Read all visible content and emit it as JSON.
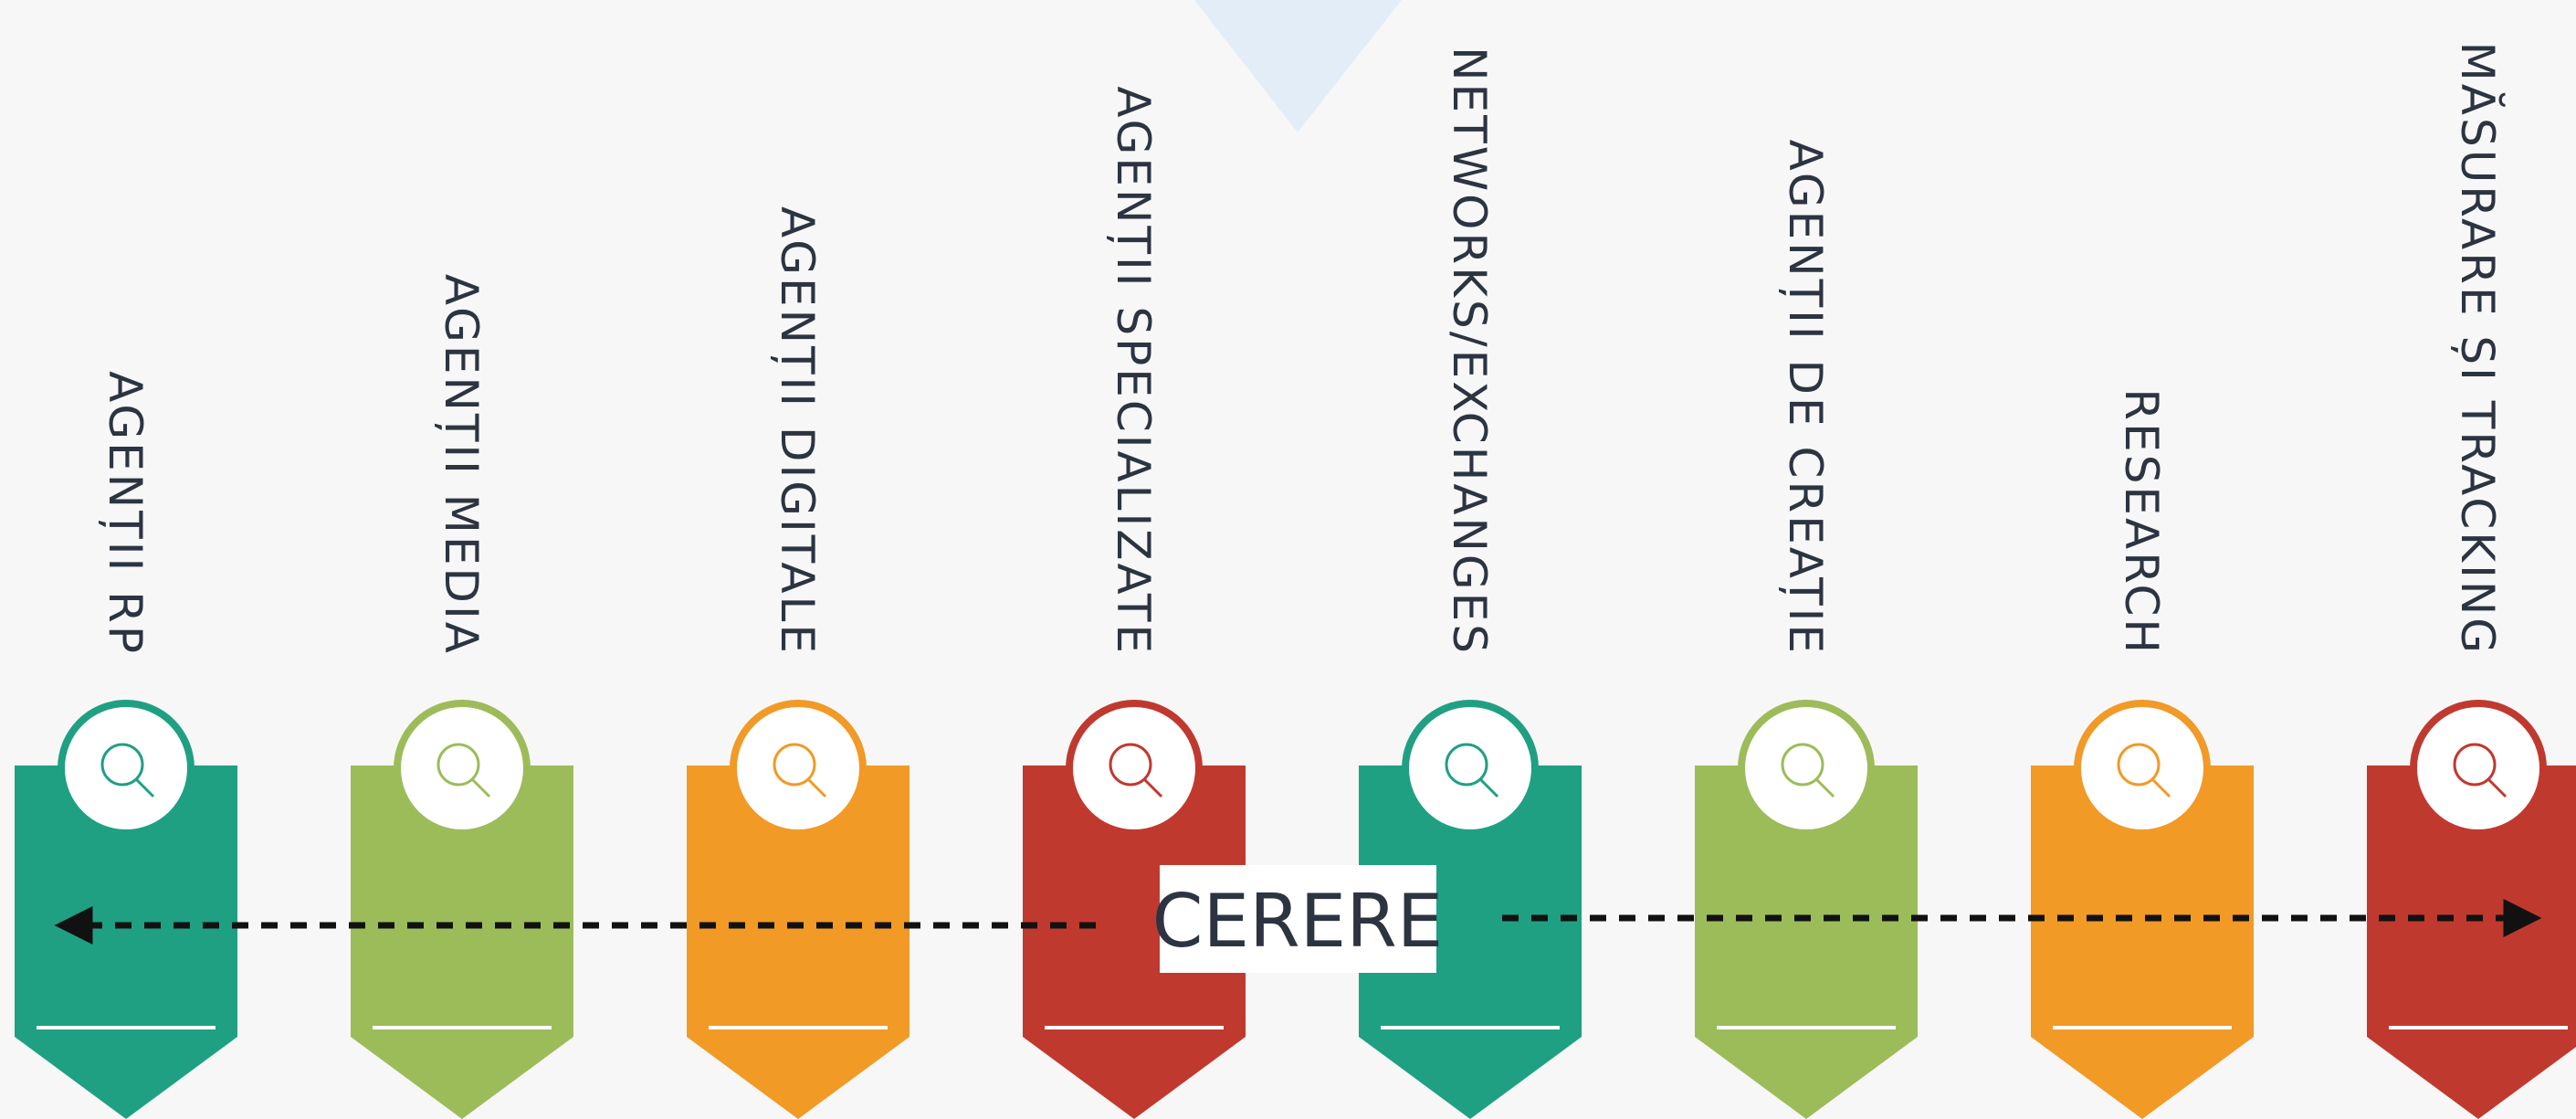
{
  "center_label": "CERERE",
  "columns": [
    {
      "label": "AGENȚII RP",
      "color": "#1fa083",
      "icon": "search-icon"
    },
    {
      "label": "AGENȚII MEDIA",
      "color": "#9cbc5a",
      "icon": "search-icon"
    },
    {
      "label": "AGENȚII DIGITALE",
      "color": "#f19a26",
      "icon": "search-icon"
    },
    {
      "label": "AGENȚII SPECIALIZATE",
      "color": "#c0392f",
      "icon": "search-icon"
    },
    {
      "label": "NETWORKS/EXCHANGES",
      "color": "#1fa083",
      "icon": "search-icon"
    },
    {
      "label": "AGENȚII DE CREAȚIE",
      "color": "#9cbc5a",
      "icon": "search-icon"
    },
    {
      "label": "RESEARCH",
      "color": "#f19a26",
      "icon": "search-icon"
    },
    {
      "label": "MĂSURARE ȘI TRACKING",
      "color": "#c0392f",
      "icon": "search-icon"
    }
  ],
  "colors": {
    "background": "#f7f7f7",
    "text": "#2d3441",
    "top_triangle": "#e3edf8",
    "arrows": "#111111"
  }
}
